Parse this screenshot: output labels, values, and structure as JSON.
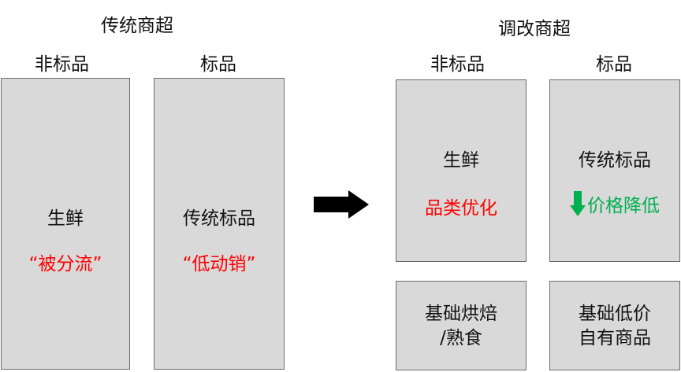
{
  "left": {
    "title": "传统商超",
    "col1_header": "非标品",
    "col2_header": "标品",
    "box1": {
      "label": "生鲜",
      "note": "“被分流”"
    },
    "box2": {
      "label": "传统标品",
      "note": "“低动销”"
    }
  },
  "right": {
    "title": "调改商超",
    "col1_header": "非标品",
    "col2_header": "标品",
    "box1": {
      "label": "生鲜",
      "note": "品类优化"
    },
    "box2": {
      "label": "传统标品",
      "note": "价格降低"
    },
    "box3": {
      "line1": "基础烘焙",
      "line2": "/熟食"
    },
    "box4": {
      "line1": "基础低价",
      "line2": "自有商品"
    }
  },
  "colors": {
    "box_fill": "#d9d9d9",
    "box_border": "#6b6b6b",
    "red": "#ff0000",
    "green": "#00b050",
    "arrow": "#000000"
  },
  "icons": {
    "transition": "arrow-right-icon",
    "decrease": "arrow-down-icon"
  }
}
